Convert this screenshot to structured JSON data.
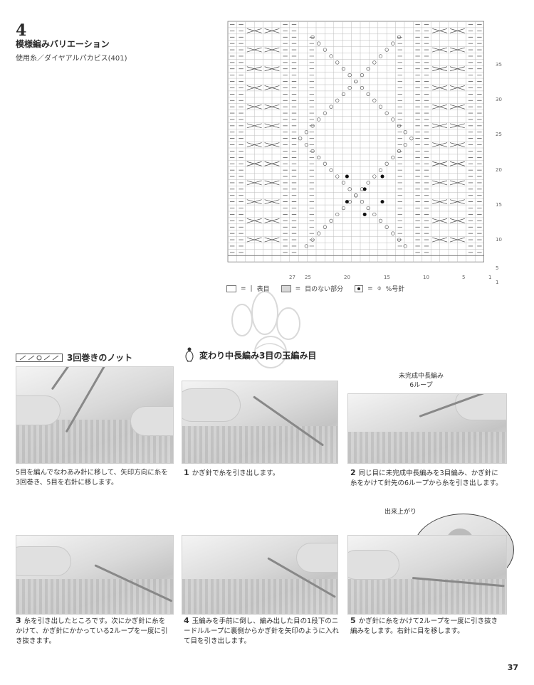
{
  "header": {
    "pattern_number": "4",
    "title": "模様編みバリエーション",
    "yarn": "使用糸／ダイヤアルパカビス(401)"
  },
  "chart": {
    "row_labels": [
      "35",
      "30",
      "25",
      "20",
      "15",
      "10",
      "5",
      "1"
    ],
    "col_labels": [
      "27",
      "25",
      "20",
      "15",
      "10",
      "5",
      "1"
    ]
  },
  "legend": {
    "knit_label": "表目",
    "nostitch_label": "目のない部分",
    "bobble_label": "%号針",
    "equals": "="
  },
  "sections": {
    "knot_title": "3回巻きのノット",
    "bobble_title": "変わり中長編み3目の玉編み目"
  },
  "steps": {
    "knot_caption": "5目を編んでなわあみ針に移して、矢印方向に糸を3回巻き、5目を右針に移します。",
    "s1_num": "1",
    "s1_text": "かぎ針で糸を引き出します。",
    "s2_num": "2",
    "s2_text": "同じ目に未完成中長編みを3目編み、かぎ針に糸をかけて針先の6ループから糸を引き出します。",
    "s2_annot_a": "未完成中長編み",
    "s2_annot_b": "6ループ",
    "s3_num": "3",
    "s3_text": "糸を引き出したところです。次にかぎ針に糸をかけて、かぎ針にかかっている2ループを一度に引き抜きます。",
    "s4_num": "4",
    "s4_text": "玉編みを手前に倒し、編み出した目の1段下のニードルループに裏側からかぎ針を矢印のように入れて目を引き出します。",
    "s5_num": "5",
    "s5_text": "かぎ針に糸をかけて2ループを一度に引き抜き編みをします。右針に目を移します。",
    "finished_label": "出来上がり"
  },
  "page": {
    "number": "37"
  }
}
